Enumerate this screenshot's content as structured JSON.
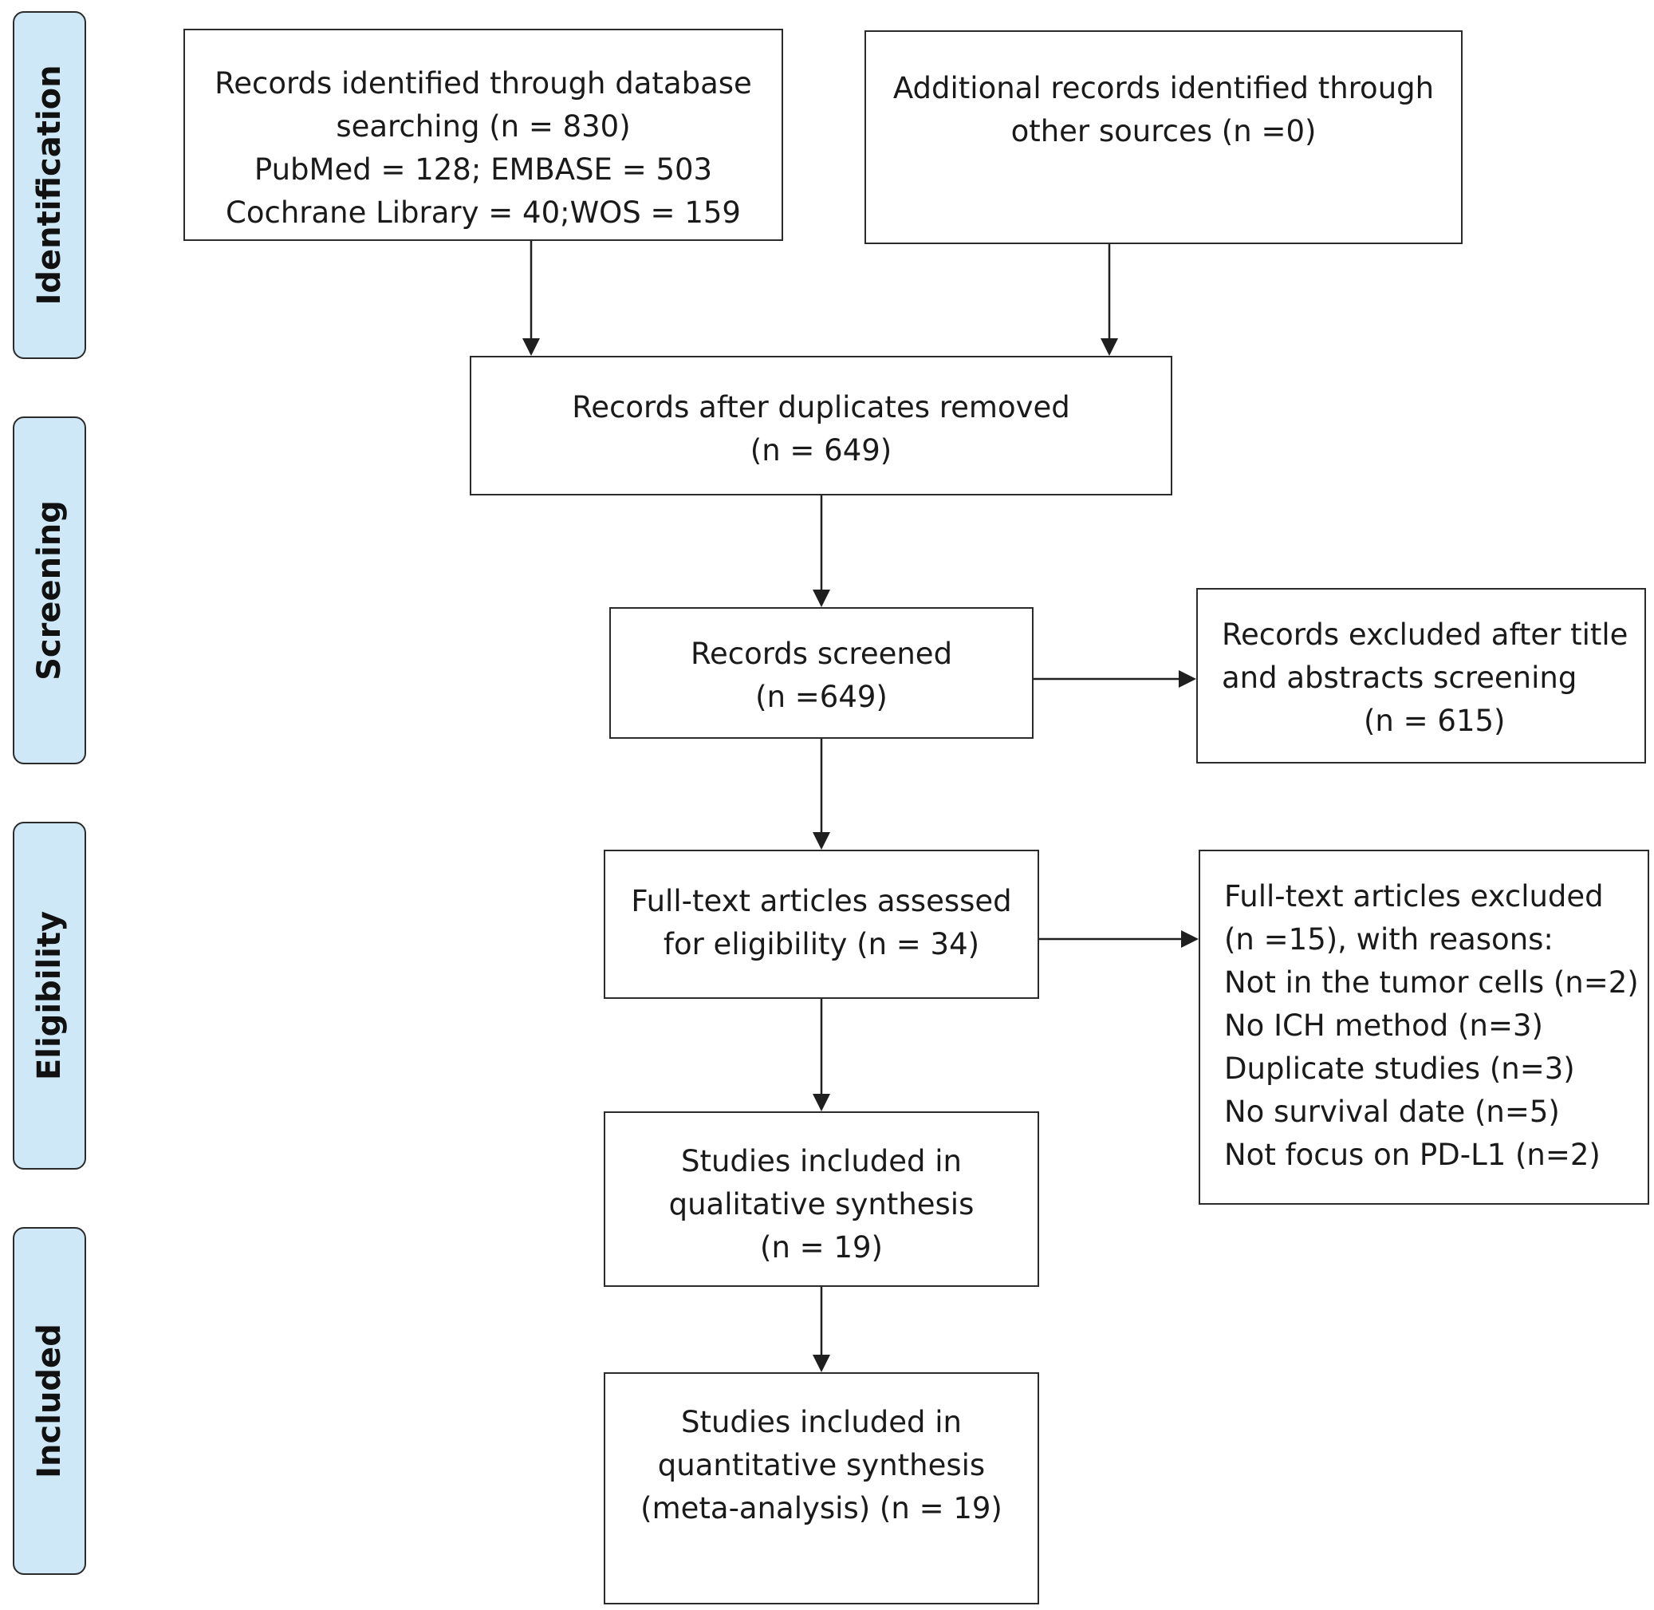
{
  "stages": {
    "identification": "Identification",
    "screening": "Screening",
    "eligibility": "Eligibility",
    "included": "Included"
  },
  "boxes": {
    "database_search": [
      "Records identified through database",
      "searching (n = 830)",
      "PubMed = 128; EMBASE = 503",
      "Cochrane Library = 40;WOS = 159"
    ],
    "other_sources": [
      "Additional records identified through",
      "other sources (n =0)"
    ],
    "duplicates_removed": [
      "Records after duplicates removed",
      "(n = 649)"
    ],
    "records_screened": [
      "Records screened",
      "(n =649)"
    ],
    "records_excluded": [
      "Records excluded after title",
      "and abstracts screening",
      "(n = 615)"
    ],
    "fulltext_assessed": [
      "Full-text articles assessed",
      "for eligibility (n = 34)"
    ],
    "fulltext_excluded": [
      "Full-text articles excluded",
      "(n =15), with reasons:",
      "Not in the tumor cells (n=2)",
      "No ICH method (n=3)",
      "Duplicate studies (n=3)",
      "No survival date (n=5)",
      "Not focus on PD-L1 (n=2)"
    ],
    "qualitative": [
      "Studies included in",
      "qualitative synthesis",
      "(n = 19)"
    ],
    "quantitative": [
      "Studies included in",
      "quantitative synthesis",
      "(meta-analysis) (n = 19)"
    ]
  },
  "colors": {
    "stage_fill": "#cfe8f7",
    "border": "#2b2b2b",
    "arrow": "#1f1f1f"
  }
}
